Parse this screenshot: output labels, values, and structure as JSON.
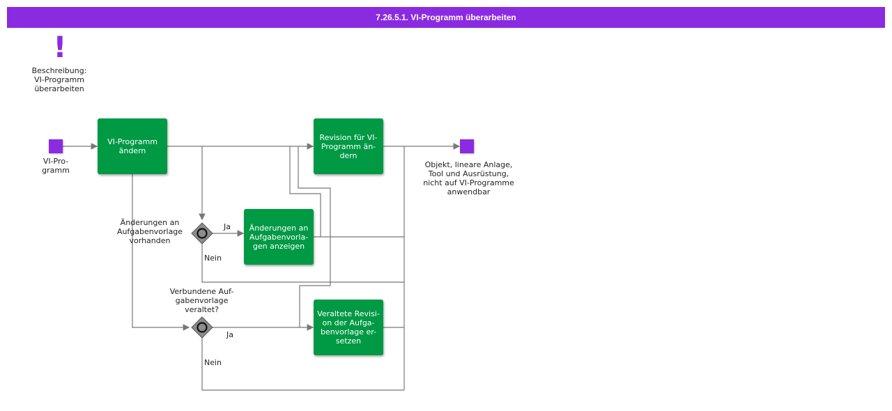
{
  "title": "7.26.5.1. VI-Programm überarbeiten",
  "colors": {
    "header": "#8a2be2",
    "event": "#8a2be2",
    "task": "#009944",
    "gateway": "#8c8c8c",
    "line": "#777777"
  },
  "description": {
    "icon": "exclamation-icon",
    "text": "Beschreibung:\nVI-Programm\nüberarbeiten"
  },
  "start_event": {
    "label": "VI-Pro-\ngramm"
  },
  "end_event": {
    "label": "Objekt, lineare Anlage,\nTool und Ausrüstung,\nnicht auf VI-Programme\nanwendbar"
  },
  "tasks": {
    "vi_programm_aendern": "VI-Programm\nändern",
    "revision_aendern": "Revision für VI-\nProgramm än-\ndern",
    "aenderungen_anzeigen": "Änderungen an\nAufgabenvorla-\ngen anzeigen",
    "veraltete_revision": "Veraltete Revisi-\non der Aufga-\nbenvorlage er-\nsetzen"
  },
  "gateways": {
    "aenderungen_vorhanden": "Änderungen an\nAufgabenvorlage\nvorhanden",
    "vorlage_veraltet": "Verbundene Auf-\ngabenvorlage\nveraltet?"
  },
  "flow_labels": {
    "ja_1": "Ja",
    "nein_1": "Nein",
    "ja_2": "Ja",
    "nein_2": "Nein"
  }
}
